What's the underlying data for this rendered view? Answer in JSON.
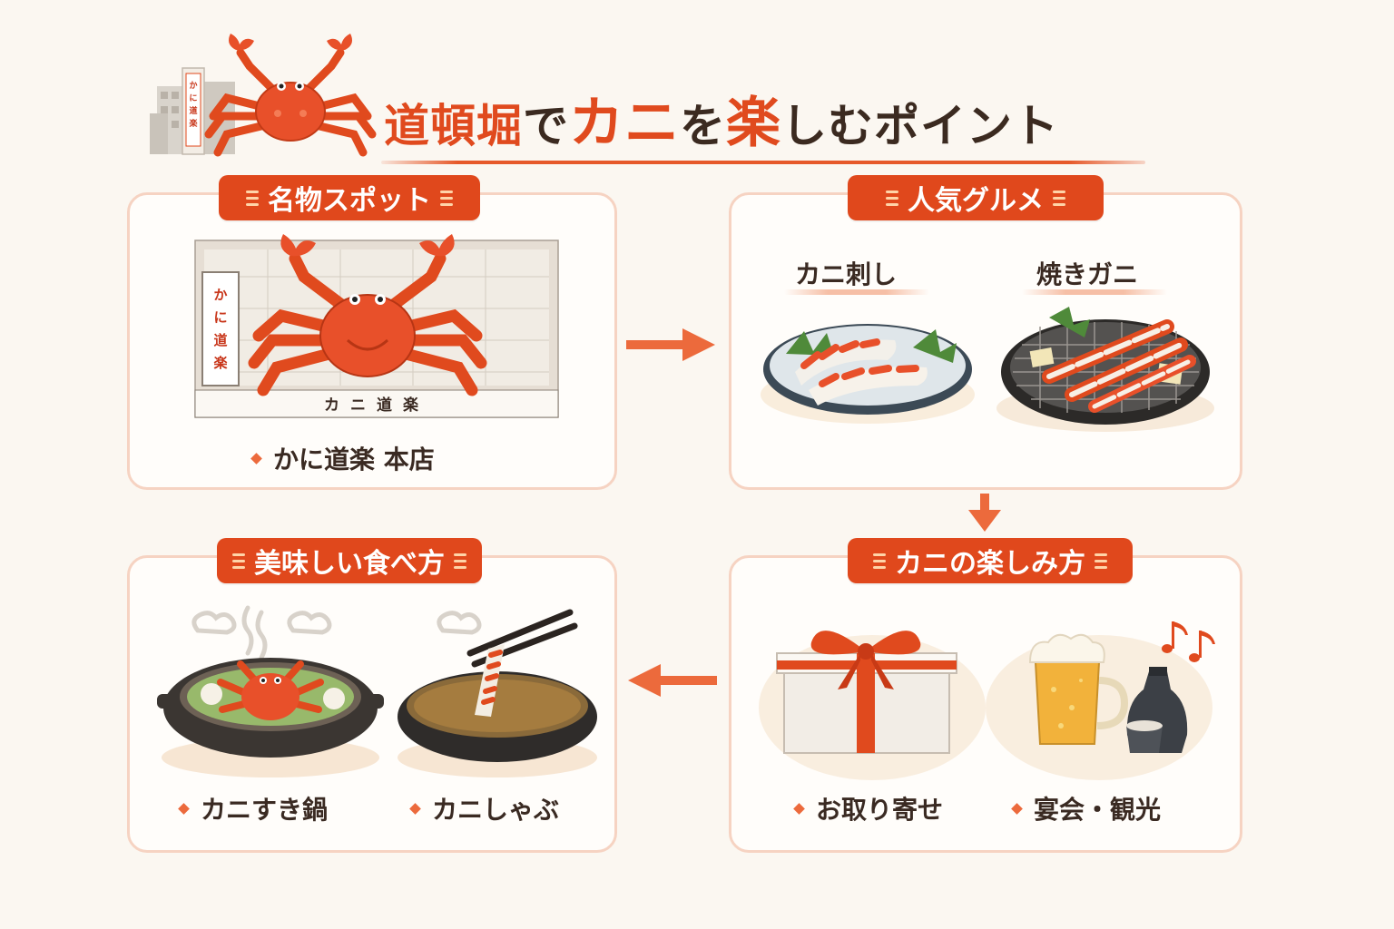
{
  "title": {
    "part1": "道頓堀",
    "part2": "で",
    "part3": "カニ",
    "part4": "を",
    "part5": "楽",
    "part6": "しむポイント",
    "sign_text": "かに道楽"
  },
  "cards": {
    "spot": {
      "header": "名物スポット",
      "caption": "かに道楽 本店",
      "sign_vertical": "かに道楽",
      "sign_bottom": "カニ道楽"
    },
    "gourmet": {
      "header": "人気グルメ",
      "item1": "カニ刺し",
      "item2": "焼きガニ"
    },
    "enjoy": {
      "header": "カニの楽しみ方",
      "item1": "お取り寄せ",
      "item2": "宴会・観光"
    },
    "eat": {
      "header": "美味しい食べ方",
      "item1": "カニすき鍋",
      "item2": "カニしゃぶ"
    }
  },
  "colors": {
    "accent": "#e0481c",
    "crab": "#e8502a",
    "card_border": "#f6d3c2",
    "background": "#fbf7f1"
  }
}
